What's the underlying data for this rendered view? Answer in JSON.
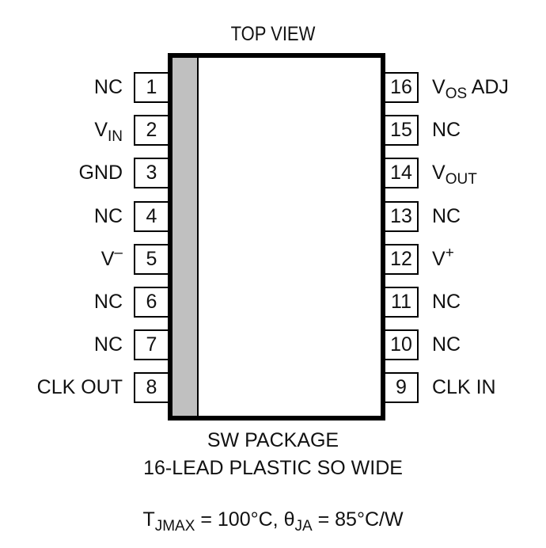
{
  "title": "TOP VIEW",
  "package": {
    "name": "SW PACKAGE",
    "description": "16-LEAD PLASTIC SO WIDE",
    "body_color": "#ffffff",
    "stripe_color": "#c0c0c0"
  },
  "pins_left": [
    {
      "num": "1",
      "label": "NC",
      "sub": "",
      "sup": "",
      "suffix": ""
    },
    {
      "num": "2",
      "label": "V",
      "sub": "IN",
      "sup": "",
      "suffix": ""
    },
    {
      "num": "3",
      "label": "GND",
      "sub": "",
      "sup": "",
      "suffix": ""
    },
    {
      "num": "4",
      "label": "NC",
      "sub": "",
      "sup": "",
      "suffix": ""
    },
    {
      "num": "5",
      "label": "V",
      "sub": "",
      "sup": "–",
      "suffix": ""
    },
    {
      "num": "6",
      "label": "NC",
      "sub": "",
      "sup": "",
      "suffix": ""
    },
    {
      "num": "7",
      "label": "NC",
      "sub": "",
      "sup": "",
      "suffix": ""
    },
    {
      "num": "8",
      "label": "CLK OUT",
      "sub": "",
      "sup": "",
      "suffix": ""
    }
  ],
  "pins_right": [
    {
      "num": "16",
      "label": "V",
      "sub": "OS",
      "sup": "",
      "suffix": " ADJ"
    },
    {
      "num": "15",
      "label": "NC",
      "sub": "",
      "sup": "",
      "suffix": ""
    },
    {
      "num": "14",
      "label": "V",
      "sub": "OUT",
      "sup": "",
      "suffix": ""
    },
    {
      "num": "13",
      "label": "NC",
      "sub": "",
      "sup": "",
      "suffix": ""
    },
    {
      "num": "12",
      "label": "V",
      "sub": "",
      "sup": "+",
      "suffix": ""
    },
    {
      "num": "11",
      "label": "NC",
      "sub": "",
      "sup": "",
      "suffix": ""
    },
    {
      "num": "10",
      "label": "NC",
      "sub": "",
      "sup": "",
      "suffix": ""
    },
    {
      "num": "9",
      "label": "CLK IN",
      "sub": "",
      "sup": "",
      "suffix": ""
    }
  ],
  "thermal": {
    "t_symbol": "T",
    "t_sub": "JMAX",
    "t_value": " = 100°C, ",
    "theta_symbol": "θ",
    "theta_sub": "JA",
    "theta_value": " = 85°C/W"
  }
}
